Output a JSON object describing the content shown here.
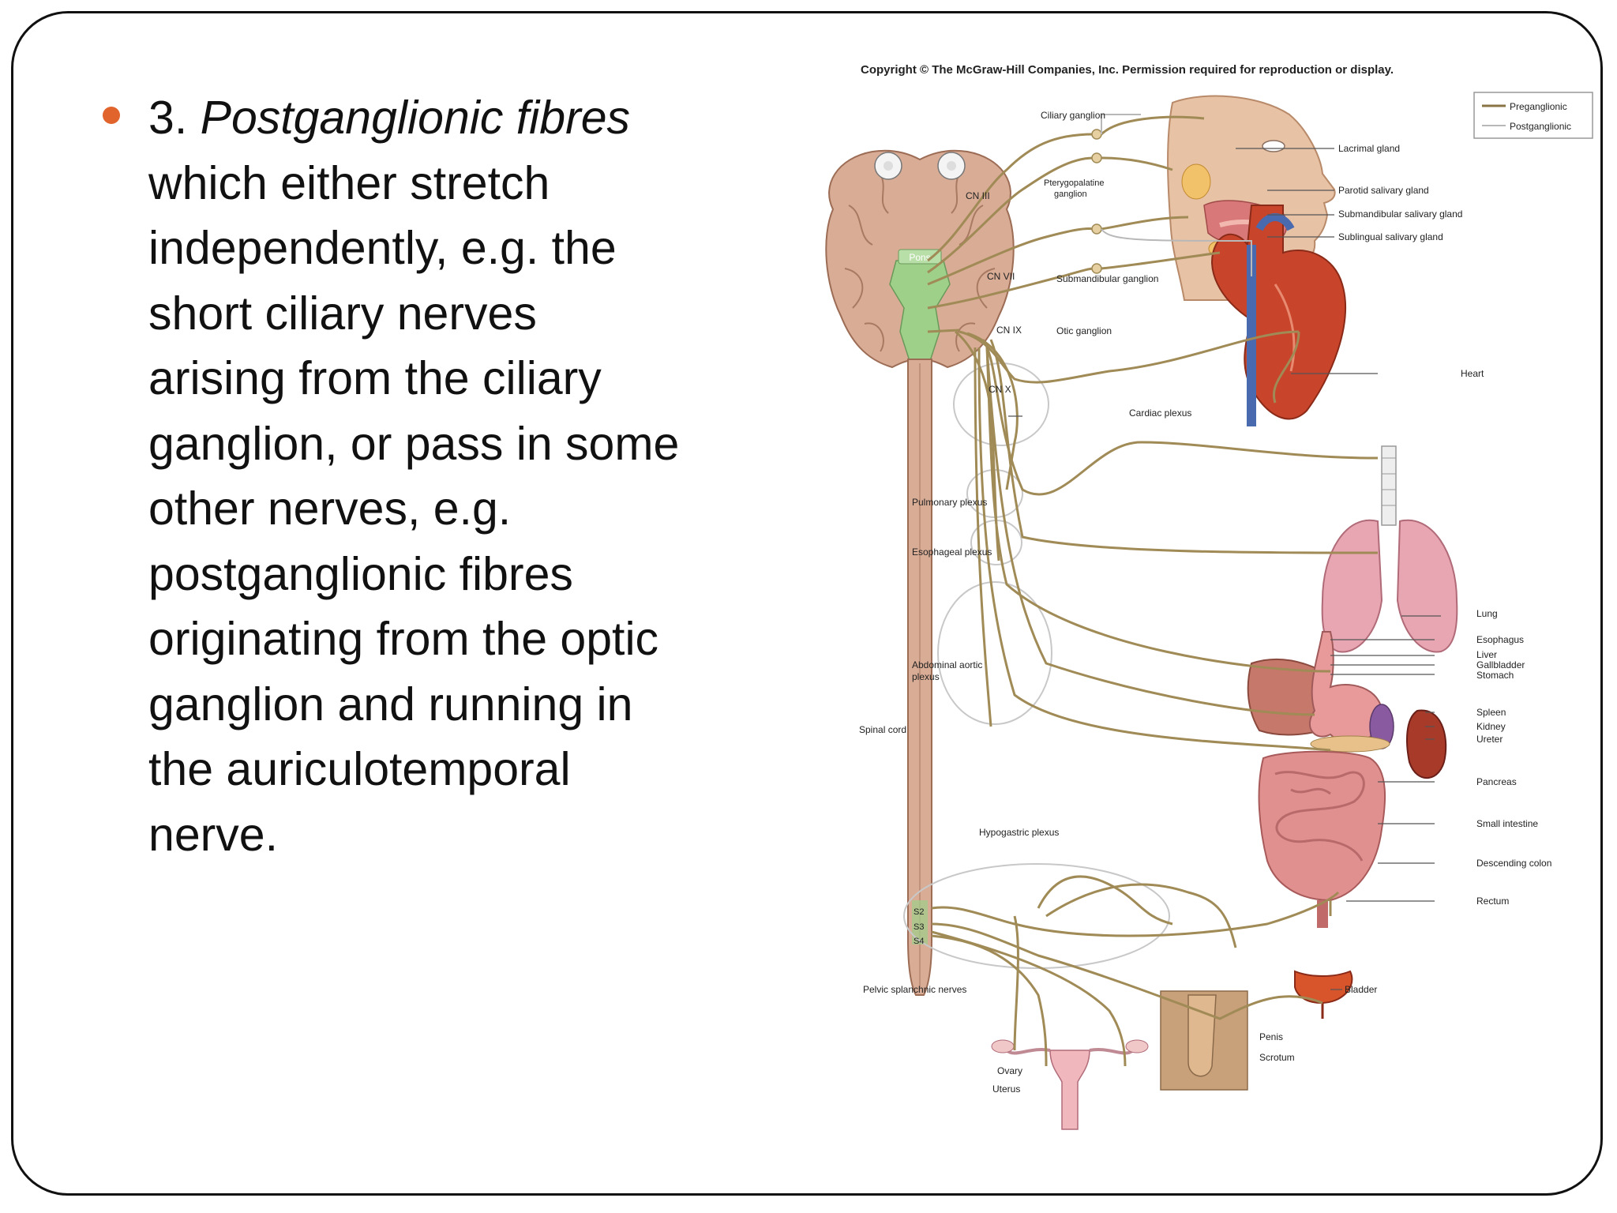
{
  "bullet": {
    "lead_number": "3.",
    "lead_emphasis": "Postganglionic fibres",
    "lines": [
      "which either stretch",
      "independently, e.g. the",
      "short ciliary nerves",
      "arising from the ciliary",
      "ganglion, or pass in some",
      "other nerves, e.g.",
      "postganglionic fibres",
      "originating from the optic",
      "ganglion and running in",
      "the auriculotemporal",
      "nerve."
    ]
  },
  "figure": {
    "copyright": "Copyright © The McGraw-Hill Companies, Inc. Permission required for reproduction or display.",
    "legend": {
      "preganglionic": "Preganglionic",
      "postganglionic": "Postganglionic"
    },
    "labels": {
      "ciliary_ganglion": "Ciliary ganglion",
      "pterygopalatine_1": "Pterygopalatine",
      "pterygopalatine_2": "ganglion",
      "lacrimal_gland": "Lacrimal gland",
      "parotid": "Parotid salivary gland",
      "submandibular_gland": "Submandibular salivary gland",
      "sublingual": "Sublingual salivary gland",
      "cn3": "CN III",
      "cn7": "CN VII",
      "cn9": "CN IX",
      "cn10": "CN X",
      "pons": "Pons",
      "submandibular_ganglion": "Submandibular ganglion",
      "otic_ganglion": "Otic ganglion",
      "heart": "Heart",
      "cardiac_plexus": "Cardiac plexus",
      "pulmonary_plexus": "Pulmonary plexus",
      "esophageal_plexus": "Esophageal plexus",
      "lung": "Lung",
      "esophagus": "Esophagus",
      "liver": "Liver",
      "gallbladder": "Gallbladder",
      "stomach": "Stomach",
      "spleen": "Spleen",
      "kidney": "Kidney",
      "ureter": "Ureter",
      "pancreas": "Pancreas",
      "abdominal_1": "Abdominal aortic",
      "abdominal_2": "plexus",
      "spinal_cord": "Spinal cord",
      "small_intestine": "Small intestine",
      "descending_colon": "Descending colon",
      "rectum": "Rectum",
      "hypogastric": "Hypogastric plexus",
      "s2": "S2",
      "s3": "S3",
      "s4": "S4",
      "pelvic": "Pelvic splanchnic nerves",
      "bladder": "Bladder",
      "penis": "Penis",
      "scrotum": "Scrotum",
      "ovary": "Ovary",
      "uterus": "Uterus"
    },
    "colors": {
      "nerve": "#a08a56",
      "postganglionic_line": "#b8b8b8",
      "brain": "#d9ac96",
      "brainstem": "#9ed08a",
      "heart": "#c8442a",
      "lung": "#e8a6b2",
      "organ": "#d8757c",
      "liver": "#c6786a",
      "skin": "#e8c2a4"
    }
  }
}
